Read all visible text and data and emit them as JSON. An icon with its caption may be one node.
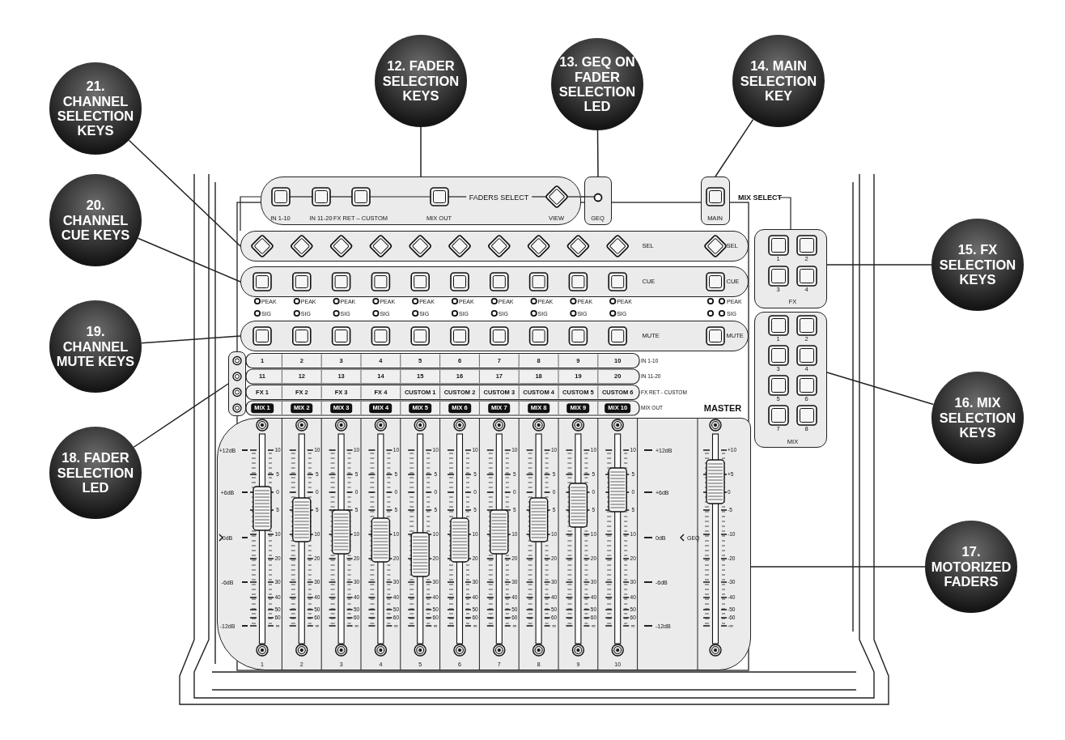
{
  "diagram": {
    "nodes": [
      {
        "text": [
          "21. CHANNEL SELECTION KEYS"
        ]
      },
      {
        "text": [
          "12. FADER SELECTION KEYS"
        ]
      },
      {
        "text": [
          "13. GEQ ON FADER SELECTION LED"
        ]
      },
      {
        "text": [
          "14. MAIN SELECTION KEY"
        ]
      },
      {
        "text": [
          "20. CHANNEL CUE KEYS"
        ]
      },
      {
        "text": [
          "15. FX SELECTION KEYS"
        ]
      },
      {
        "text": [
          "19. CHANNEL MUTE KEYS"
        ]
      },
      {
        "text": [
          "16. MIX SELECTION KEYS"
        ]
      },
      {
        "text": [
          "18. FADER SELECTION LED"
        ]
      },
      {
        "text": [
          "17. MOTORIZED FADERS"
        ]
      },
      {
        "text": [
          "IN 1-10",
          "IN 11-20",
          "FX RET – CUSTOM",
          "MIX OUT",
          "FADERS SELECT",
          "VIEW"
        ]
      },
      {
        "text": [
          "GEQ"
        ]
      },
      {
        "text": [
          "MAIN"
        ]
      },
      {
        "text": [
          "SEL",
          "SEL"
        ]
      },
      {
        "text": [
          "CUE",
          "CUE"
        ]
      },
      {
        "text": [
          "1",
          "2",
          "3",
          "4",
          "FX"
        ]
      },
      {
        "text": [
          "MUTE",
          "MUTE"
        ]
      },
      {
        "text": [
          "1",
          "2",
          "3",
          "4",
          "5",
          "6",
          "7",
          "8",
          "MIX"
        ]
      },
      {
        "text": [],
        "shape": "box"
      },
      {
        "text": [],
        "shape": "box"
      }
    ],
    "edges": [
      {
        "from": 0,
        "to": 13,
        "arrow": "none"
      },
      {
        "from": 1,
        "to": 10,
        "arrow": "none"
      },
      {
        "from": 2,
        "to": 11,
        "arrow": "none"
      },
      {
        "from": 3,
        "to": 12,
        "arrow": "none"
      },
      {
        "from": 4,
        "to": 14,
        "arrow": "none"
      },
      {
        "from": 5,
        "to": 15,
        "arrow": "none"
      },
      {
        "from": 6,
        "to": 16,
        "arrow": "none"
      },
      {
        "from": 7,
        "to": 17,
        "arrow": "none"
      },
      {
        "from": 8,
        "to": 18,
        "arrow": "none"
      },
      {
        "from": 9,
        "to": 19,
        "arrow": "none"
      },
      {
        "from": 10,
        "to": 11,
        "arrow": "none"
      }
    ],
    "labels": [
      "MIX SELECT",
      "1",
      "2",
      "3",
      "4",
      "5",
      "6",
      "7",
      "8",
      "9",
      "10",
      "IN 1-10",
      "11",
      "12",
      "13",
      "14",
      "15",
      "16",
      "17",
      "18",
      "19",
      "20",
      "IN 11-20",
      "FX 1",
      "FX 2",
      "FX 3",
      "FX 4",
      "CUSTOM 1",
      "CUSTOM 2",
      "CUSTOM 3",
      "CUSTOM 4",
      "CUSTOM 5",
      "CUSTOM 6",
      "FX RET - CUSTOM",
      "MIX 1",
      "MIX 2",
      "MIX 3",
      "MIX 4",
      "MIX 5",
      "MIX 6",
      "MIX 7",
      "MIX 8",
      "MIX 9",
      "MIX 10",
      "MIX OUT",
      "MASTER",
      "PEAK",
      "PEAK",
      "PEAK",
      "PEAK",
      "PEAK",
      "PEAK",
      "PEAK",
      "PEAK",
      "PEAK",
      "PEAK",
      "PEAK",
      "SIG",
      "SIG",
      "SIG",
      "SIG",
      "SIG",
      "SIG",
      "SIG",
      "SIG",
      "SIG",
      "SIG",
      "SIG",
      "+12dB",
      "+6dB",
      "0dB",
      "-6dB",
      "-12dB",
      "10",
      "5",
      "0",
      "5",
      "10",
      "20",
      "30",
      "40",
      "50",
      "60",
      "∞",
      "10",
      "5",
      "0",
      "5",
      "10",
      "20",
      "30",
      "40",
      "50",
      "60",
      "∞",
      "10",
      "5",
      "0",
      "5",
      "10",
      "20",
      "30",
      "40",
      "50",
      "60",
      "∞",
      "10",
      "5",
      "0",
      "5",
      "10",
      "20",
      "30",
      "40",
      "50",
      "60",
      "∞",
      "10",
      "5",
      "0",
      "5",
      "10",
      "20",
      "30",
      "40",
      "50",
      "60",
      "∞",
      "10",
      "5",
      "0",
      "5",
      "10",
      "20",
      "30",
      "40",
      "50",
      "60",
      "∞",
      "10",
      "5",
      "0",
      "5",
      "10",
      "20",
      "30",
      "40",
      "50",
      "60",
      "∞",
      "10",
      "5",
      "0",
      "5",
      "10",
      "20",
      "30",
      "40",
      "50",
      "60",
      "∞",
      "10",
      "5",
      "0",
      "5",
      "10",
      "20",
      "30",
      "40",
      "50",
      "60",
      "∞",
      "10",
      "5",
      "0",
      "5",
      "10",
      "20",
      "30",
      "40",
      "50",
      "60",
      "∞",
      "+12dB",
      "+6dB",
      "0dB",
      "GEQ",
      "-6dB",
      "-12dB",
      "+10",
      "+5",
      "0",
      "-5",
      "-10",
      "-20",
      "-30",
      "-40",
      "-50",
      "-60",
      "-∞",
      "1",
      "2",
      "3",
      "4",
      "5",
      "6",
      "7",
      "8",
      "9",
      "10"
    ]
  }
}
